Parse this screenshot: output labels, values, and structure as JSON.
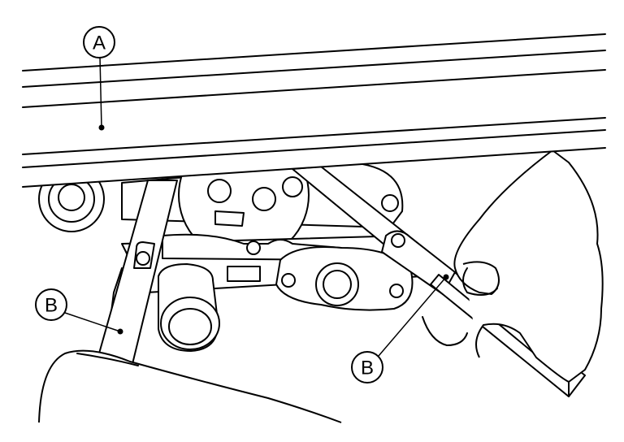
{
  "callouts": {
    "a": {
      "label": "A"
    },
    "b_left": {
      "label": "B"
    },
    "b_right": {
      "label": "B"
    }
  },
  "colors": {
    "line": "#000000",
    "background": "#ffffff"
  }
}
